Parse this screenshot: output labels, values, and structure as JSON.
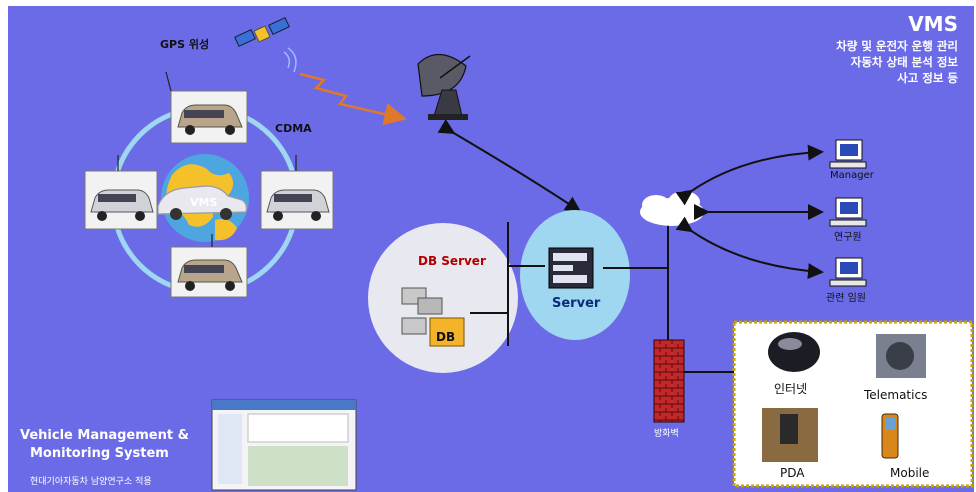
{
  "colors": {
    "background": "#6b6be8",
    "accent_text": "#ffffff",
    "db_label": "#b00000",
    "server_circle": "#9fd6f0",
    "db_circle": "#e8e8f0",
    "panel_border": "#c8a000",
    "panel_bg": "#ffffff",
    "arrow": "#e0782a"
  },
  "header": {
    "title": "VMS",
    "lines": [
      "차량 및 운전자 운행 관리",
      "자동차 상태 분석 정보",
      "사고 정보 등"
    ]
  },
  "satellite": {
    "label": "GPS 위성",
    "icon": "satellite-icon"
  },
  "cdma": {
    "label": "CDMA",
    "center_label": "VMS"
  },
  "db_server": {
    "title": "DB Server",
    "db_label": "DB"
  },
  "server": {
    "label": "Server"
  },
  "clients": [
    {
      "label": "Manager",
      "icon": "computer-icon"
    },
    {
      "label": "연구원",
      "icon": "computer-icon"
    },
    {
      "label": "관련 임원",
      "icon": "computer-icon"
    }
  ],
  "firewall": {
    "label": "방화벽",
    "icon": "firewall-icon"
  },
  "access_panel": {
    "items": [
      {
        "label": "인터넷",
        "icon": "internet-icon"
      },
      {
        "label": "Telematics",
        "icon": "telematics-icon"
      },
      {
        "label": "PDA",
        "icon": "pda-icon"
      },
      {
        "label": "Mobile",
        "icon": "mobile-icon"
      }
    ]
  },
  "footer": {
    "system_name_line1": "Vehicle Management &",
    "system_name_line2": "Monitoring System",
    "caption": "현대기아자동차 남양연구소 적용"
  }
}
